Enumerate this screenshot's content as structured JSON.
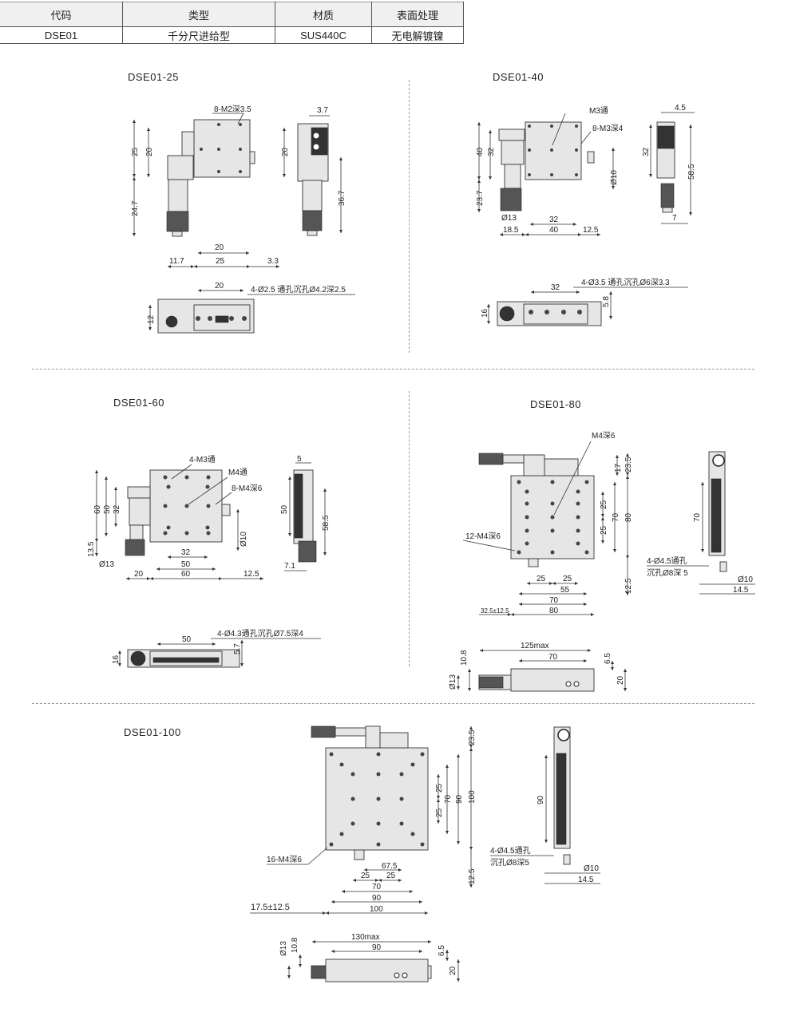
{
  "spec_table": {
    "headers": [
      "代码",
      "类型",
      "材质",
      "表面处理"
    ],
    "row": [
      "DSE01",
      "千分尺进给型",
      "SUS440C",
      "无电解镀镍"
    ]
  },
  "sections": {
    "dse01_25": {
      "title": "DSE01-25",
      "labels": [
        "8-M2深3.5",
        "3.7",
        "25",
        "20",
        "20",
        "24.7",
        "36.7",
        "20",
        "11.7",
        "25",
        "3.3",
        "20",
        "4-Ø2.5 通孔沉孔Ø4.2深2.5",
        "12"
      ]
    },
    "dse01_40": {
      "title": "DSE01-40",
      "labels": [
        "M3通",
        "8-M3深4",
        "4.5",
        "40",
        "32",
        "23.7",
        "Ø10",
        "Ø13",
        "32",
        "18.5",
        "40",
        "12.5",
        "32",
        "58.5",
        "7",
        "32",
        "4-Ø3.5 通孔沉孔Ø6深3.3",
        "16",
        "5.8"
      ]
    },
    "dse01_60": {
      "title": "DSE01-60",
      "labels": [
        "4-M3通",
        "M4通",
        "8-M4深6",
        "5",
        "60",
        "50",
        "32",
        "13.5",
        "Ø13",
        "32",
        "50",
        "20",
        "60",
        "12.5",
        "Ø10",
        "50",
        "58.5",
        "7.1",
        "50",
        "4-Ø4.3通孔沉孔Ø7.5深4",
        "16",
        "5.7"
      ]
    },
    "dse01_80": {
      "title": "DSE01-80",
      "labels": [
        "M4深6",
        "17",
        "23.5",
        "12-M4深6",
        "25",
        "25",
        "70",
        "80",
        "25",
        "25",
        "55",
        "70",
        "80",
        "32.5±12.5",
        "12.5",
        "70",
        "4-Ø4.5通孔",
        "沉孔Ø8深5",
        "Ø10",
        "14.5",
        "125max",
        "70",
        "10.8",
        "6.5",
        "Ø13",
        "20"
      ]
    },
    "dse01_100": {
      "title": "DSE01-100",
      "labels": [
        "23.5",
        "25",
        "70",
        "25",
        "90",
        "100",
        "16-M4深6",
        "67.5",
        "25",
        "25",
        "70",
        "90",
        "100",
        "12.5",
        "17.5±12.5",
        "90",
        "4-Ø4.5通孔",
        "沉孔Ø8深5",
        "Ø10",
        "14.5",
        "130max",
        "90",
        "Ø13",
        "10.8",
        "6.5",
        "20"
      ]
    }
  }
}
